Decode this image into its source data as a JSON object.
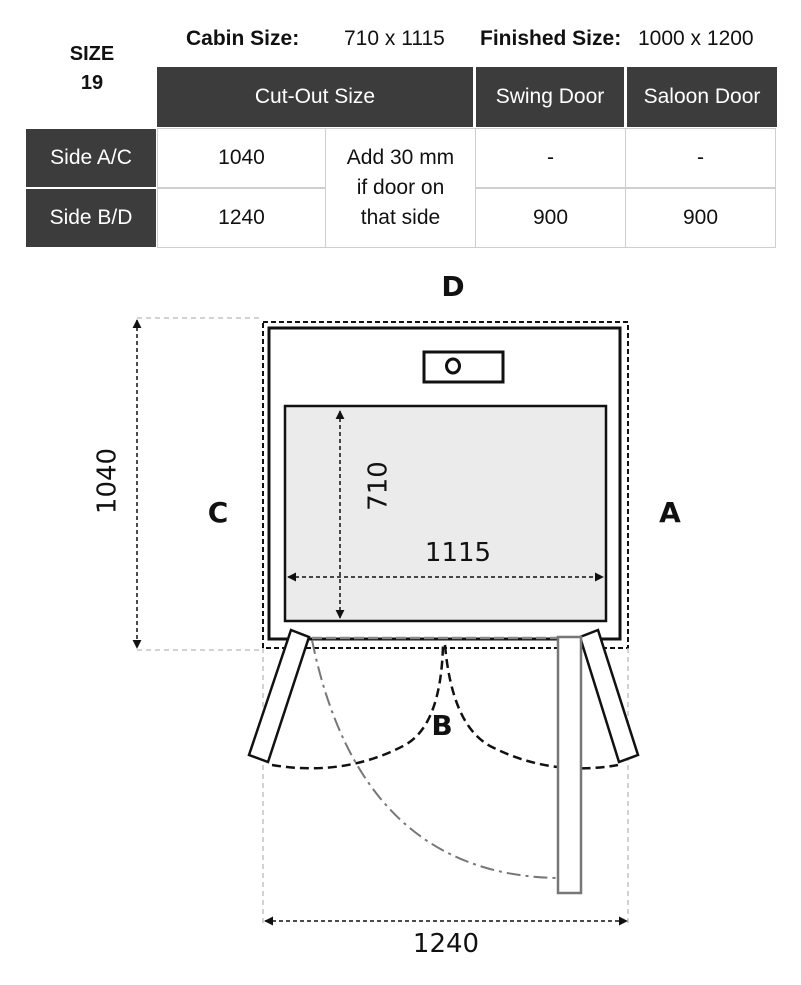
{
  "size": {
    "label": "SIZE",
    "number": "19"
  },
  "header": {
    "cabin_label": "Cabin Size:",
    "cabin_value": "710 x 1115",
    "finished_label": "Finished Size:",
    "finished_value": "1000 x 1200"
  },
  "table": {
    "columns": [
      "Cut-Out Size",
      "Swing Door",
      "Saloon Door"
    ],
    "rows": [
      {
        "label": "Side A/C",
        "cutout": "1040",
        "swing": "-",
        "saloon": "-"
      },
      {
        "label": "Side B/D",
        "cutout": "1240",
        "swing": "900",
        "saloon": "900"
      }
    ],
    "note_lines": [
      "Add 30 mm",
      "if door on",
      "that side"
    ]
  },
  "diagram": {
    "sides": {
      "top": "D",
      "left": "C",
      "right": "A",
      "bottom": "B"
    },
    "dimensions": {
      "outer_height": "1040",
      "inner_height": "710",
      "inner_width": "1115",
      "outer_width": "1240"
    }
  }
}
